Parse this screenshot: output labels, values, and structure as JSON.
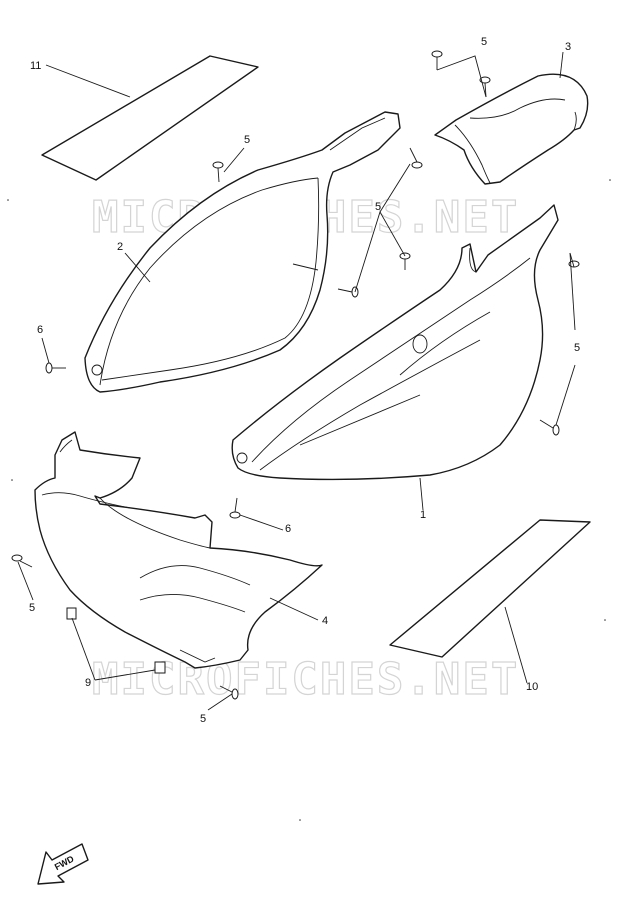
{
  "watermark": {
    "top": "MICROFICHES.NET",
    "bottom": "MICROFICHES.NET"
  },
  "callouts": {
    "c1": "1",
    "c2": "2",
    "c3": "3",
    "c4": "4",
    "c5_top": "5",
    "c5_upper_left": "5",
    "c5_mid": "5",
    "c5_right": "5",
    "c5_left": "5",
    "c5_bottom": "5",
    "c6_upper": "6",
    "c6_lower": "6",
    "c9": "9",
    "c10": "10",
    "c11": "11"
  },
  "fwd_label": "FWD"
}
